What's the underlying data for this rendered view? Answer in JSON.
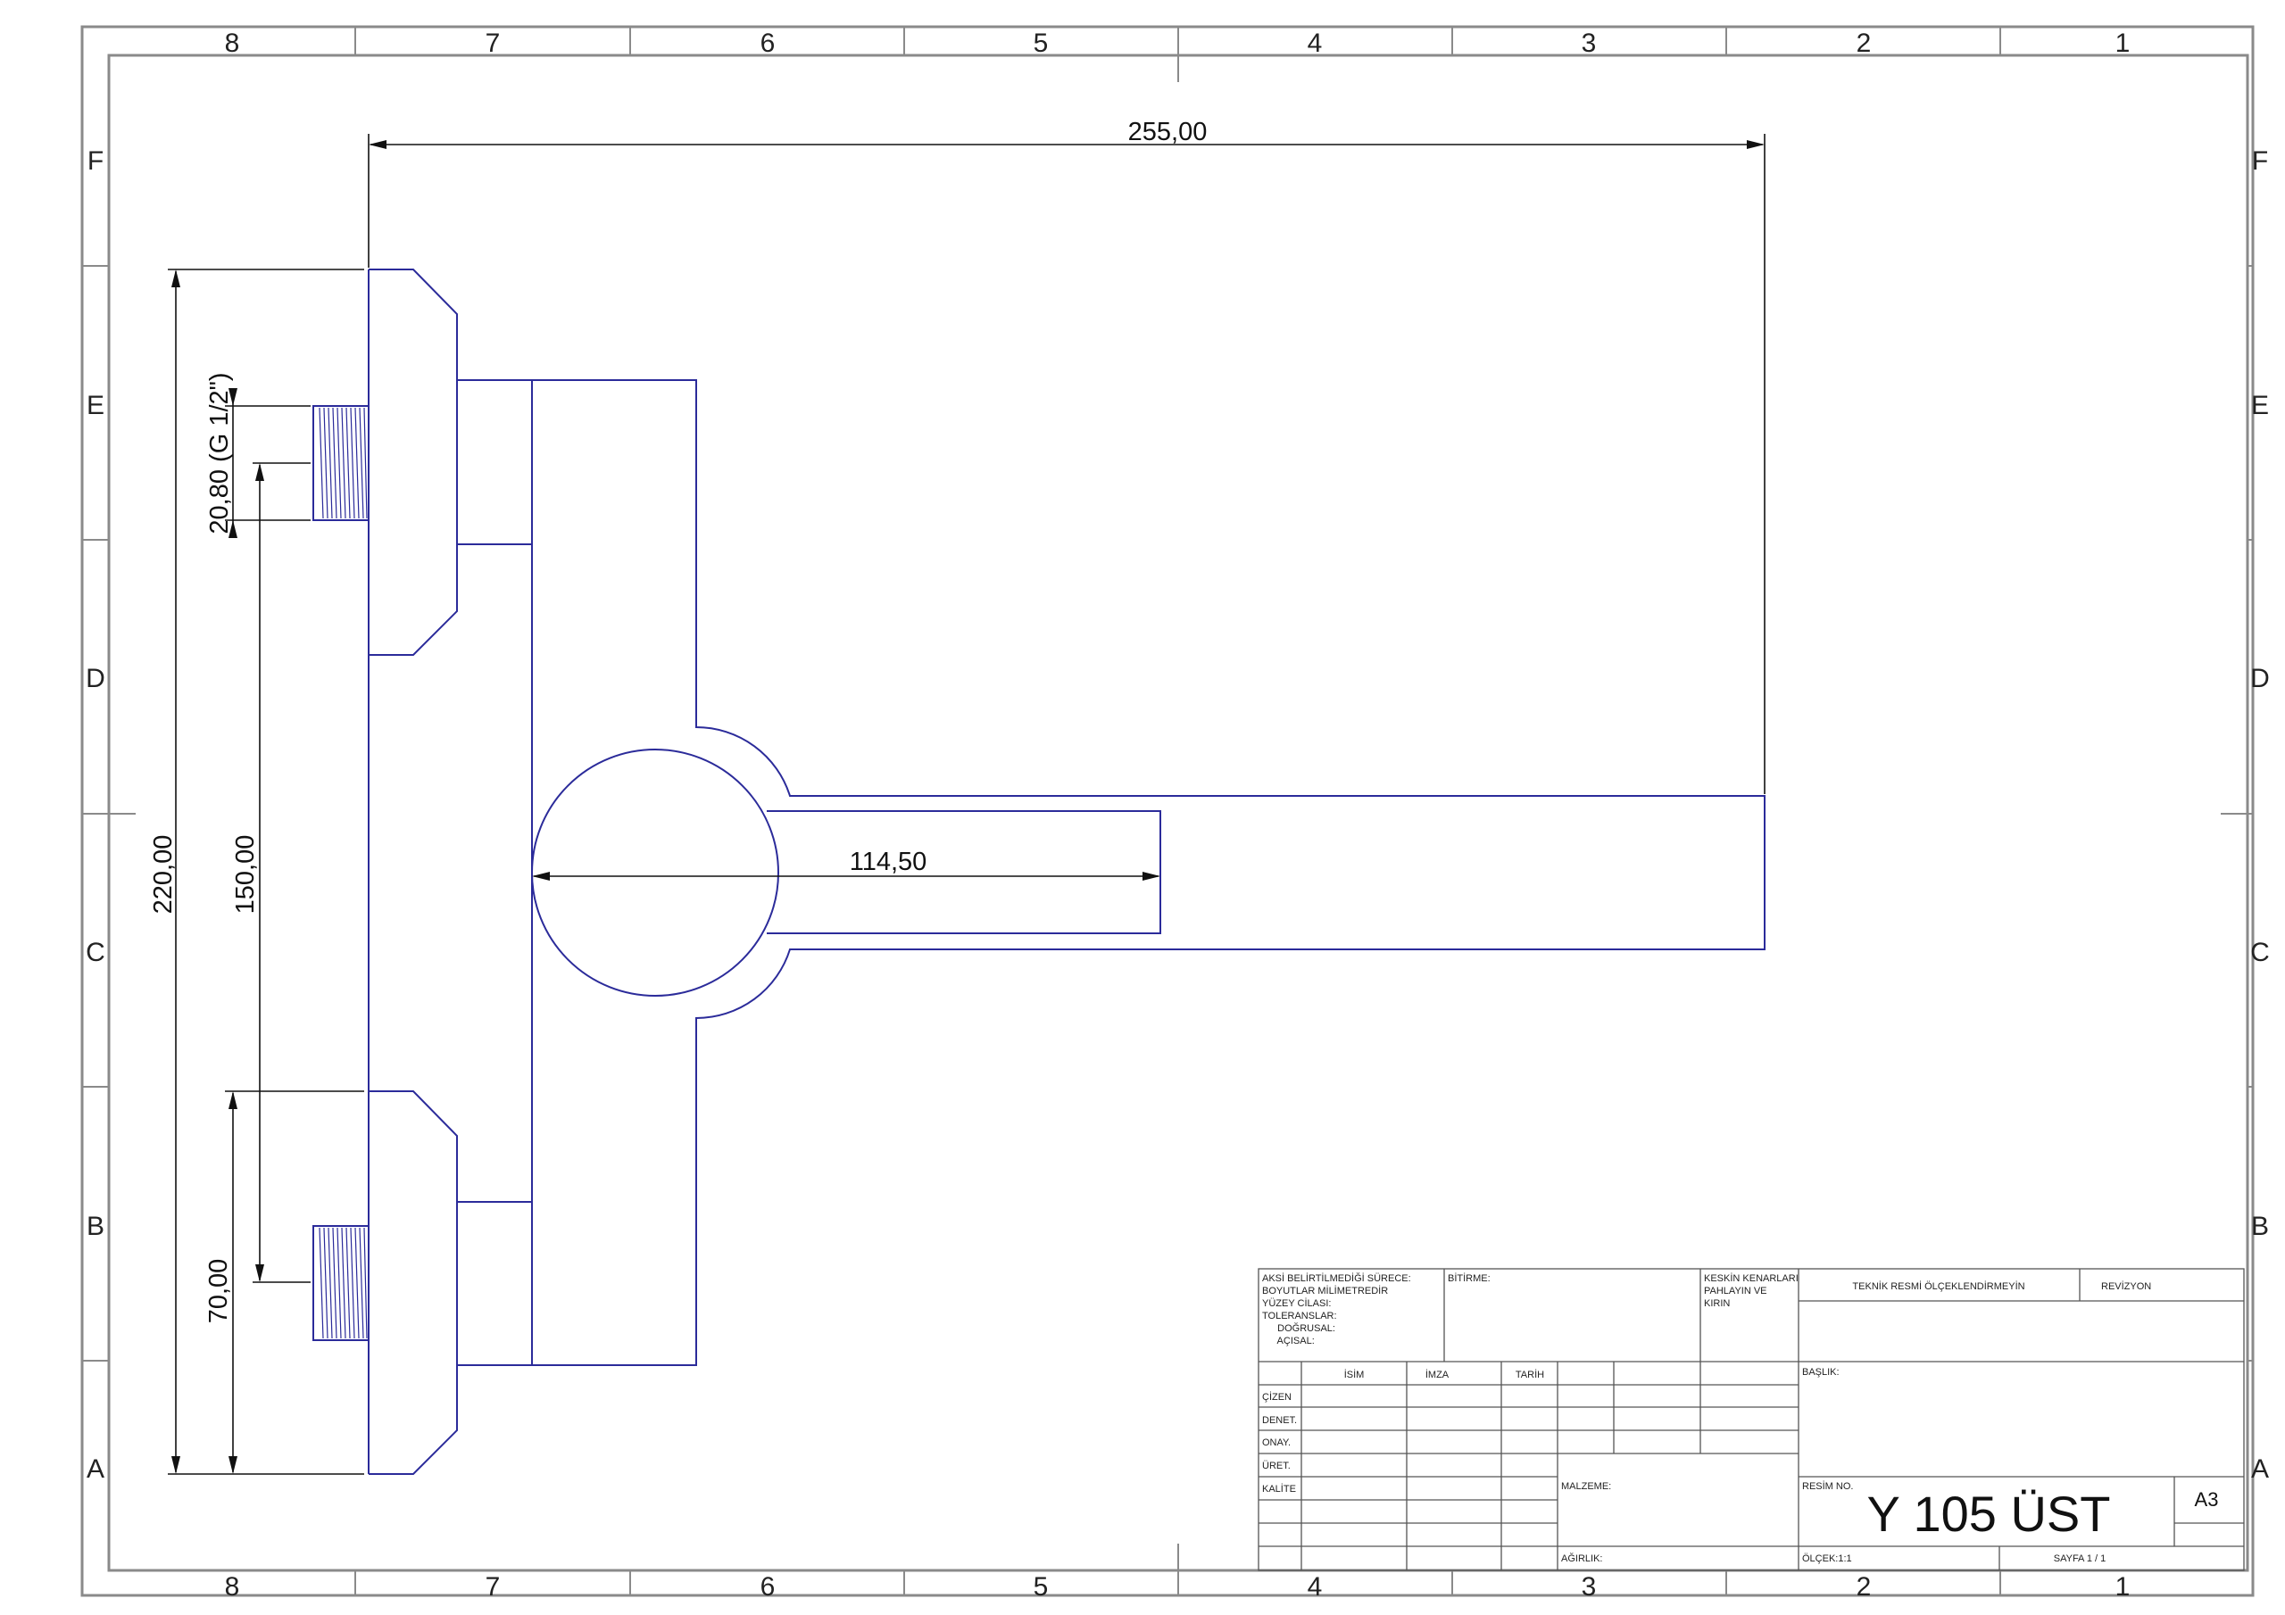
{
  "zones": {
    "columns": [
      "8",
      "7",
      "6",
      "5",
      "4",
      "3",
      "2",
      "1"
    ],
    "rows": [
      "F",
      "E",
      "D",
      "C",
      "B",
      "A"
    ]
  },
  "dimensions": {
    "total_width": "255,00",
    "total_height": "220,00",
    "inlet_spacing": "150,00",
    "thread": "20,80 (G 1/2\")",
    "inlet_offset": "70,00",
    "spout": "114,50"
  },
  "title_block": {
    "general_notes": [
      "AKSİ BELİRTİLMEDİĞİ SÜRECE:",
      "BOYUTLAR MİLİMETREDİR",
      "YÜZEY CİLASI:",
      "TOLERANSLAR:",
      "   DOĞRUSAL:",
      "   AÇISAL:"
    ],
    "finish_label": "BİTİRME:",
    "edges_note": [
      "KESKİN KENARLARI",
      "PAHLAYIN VE",
      "KIRIN"
    ],
    "do_not_scale": "TEKNİK RESMİ ÖLÇEKLENDİRMEYİN",
    "revision_label": "REVİZYON",
    "col_name": "İSİM",
    "col_signature": "İMZA",
    "col_date": "TARİH",
    "roles": [
      "ÇİZEN",
      "DENET.",
      "ONAY.",
      "ÜRET.",
      "KALİTE"
    ],
    "title_label": "BAŞLIK:",
    "material_label": "MALZEME:",
    "drawing_no_label": "RESİM NO.",
    "drawing_no": "Y 105 ÜST",
    "sheet_size": "A3",
    "weight_label": "AĞIRLIK:",
    "scale_label": "ÖLÇEK:1:1",
    "sheet_label": "SAYFA 1 / 1"
  }
}
